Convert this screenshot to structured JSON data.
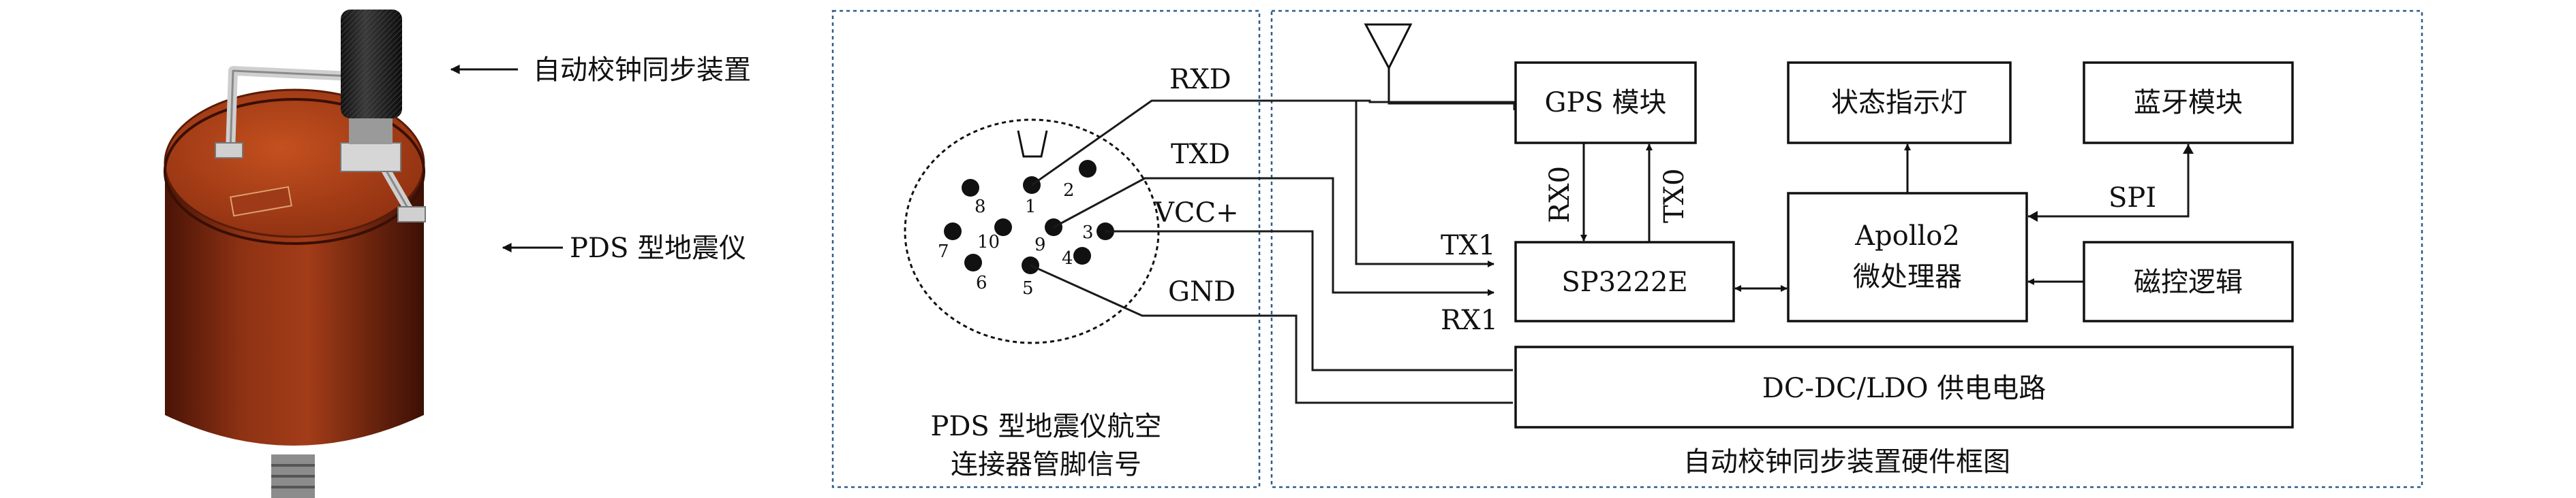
{
  "photo": {
    "device_label": "自动校钟同步装置",
    "seismometer_label": "PDS 型地震仪"
  },
  "connector": {
    "caption_line1": "PDS 型地震仪航空",
    "caption_line2": "连接器管脚信号",
    "pins": [
      "1",
      "2",
      "3",
      "4",
      "5",
      "6",
      "7",
      "8",
      "9",
      "10"
    ],
    "signals": {
      "rxd": "RXD",
      "txd": "TXD",
      "vcc": "VCC+",
      "gnd": "GND"
    }
  },
  "hardware": {
    "caption": "自动校钟同步装置硬件框图",
    "blocks": {
      "gps": "GPS 模块",
      "status_led": "状态指示灯",
      "bluetooth": "蓝牙模块",
      "sp3222e": "SP3222E",
      "mcu_line1": "Apollo2",
      "mcu_line2": "微处理器",
      "magnetic": "磁控逻辑",
      "power": "DC-DC/LDO 供电电路"
    },
    "wire_labels": {
      "tx1": "TX1",
      "rx1": "RX1",
      "rx0": "RX0",
      "tx0": "TX0",
      "spi": "SPI"
    }
  },
  "colors": {
    "device_body": "#8a2e12",
    "device_top": "#b5401a",
    "frame": "#2f5a8a"
  }
}
